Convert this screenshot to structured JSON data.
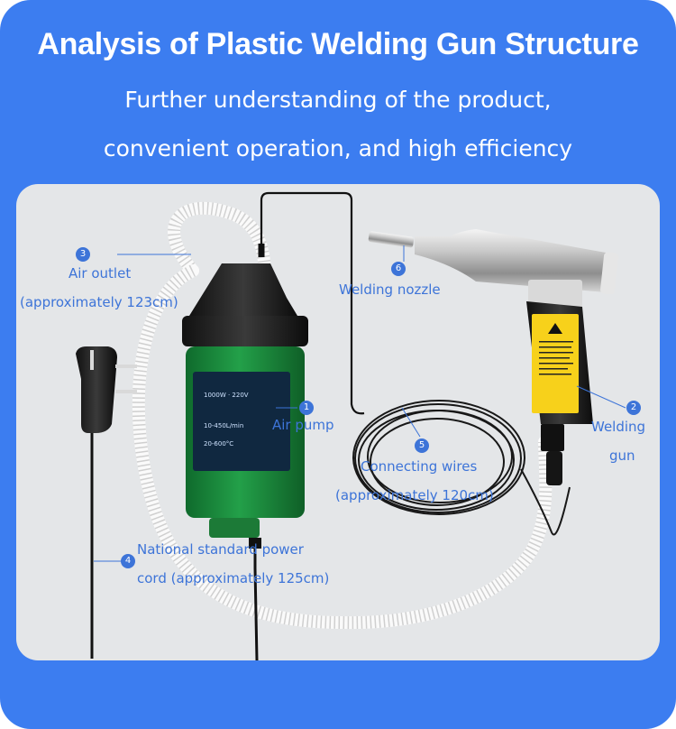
{
  "header": {
    "title": "Analysis of Plastic Welding Gun Structure",
    "subtitle_line1": "Further understanding of the product,",
    "subtitle_line2": "convenient operation, and high efficiency"
  },
  "colors": {
    "frame_blue": "#3c7df0",
    "panel_gray": "#e4e6e8",
    "callout_blue": "#3d74d8",
    "pump_green": "#1f8a3e"
  },
  "parts": [
    {
      "number": "1",
      "label": "Air pump"
    },
    {
      "number": "2",
      "label_line1": "Welding",
      "label_line2": "gun"
    },
    {
      "number": "3",
      "label_line1": "Air outlet",
      "label_line2": "(approximately 123cm)"
    },
    {
      "number": "4",
      "label_line1": "National standard power",
      "label_line2": "cord (approximately 125cm)"
    },
    {
      "number": "5",
      "label_line1": "Connecting wires",
      "label_line2": "(approximately 120cm)"
    },
    {
      "number": "6",
      "label": "Welding nozzle"
    }
  ],
  "icons": [
    "plug-icon",
    "air-pump-icon",
    "welding-gun-icon",
    "welding-nozzle-icon",
    "hose-icon",
    "coiled-wire-icon"
  ]
}
